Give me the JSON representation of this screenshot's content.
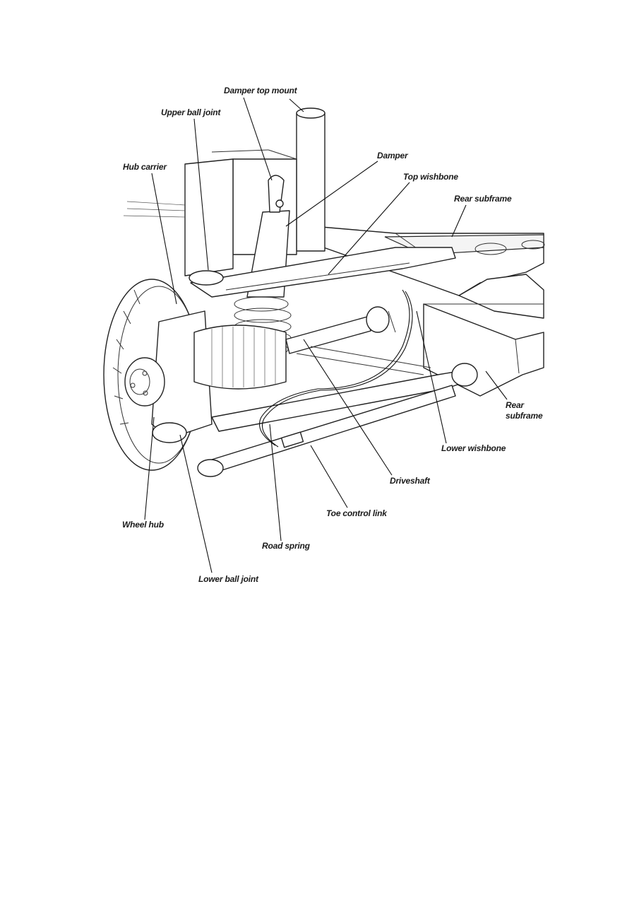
{
  "diagram": {
    "labels": {
      "damper_top_mount": "Damper top mount",
      "upper_ball_joint": "Upper ball joint",
      "hub_carrier": "Hub carrier",
      "damper": "Damper",
      "top_wishbone": "Top wishbone",
      "rear_subframe_top": "Rear subframe",
      "rear_subframe_side_line1": "Rear",
      "rear_subframe_side_line2": "subframe",
      "lower_wishbone": "Lower wishbone",
      "driveshaft": "Driveshaft",
      "toe_control_link": "Toe control link",
      "wheel_hub": "Wheel hub",
      "road_spring": "Road spring",
      "lower_ball_joint": "Lower ball joint"
    }
  }
}
